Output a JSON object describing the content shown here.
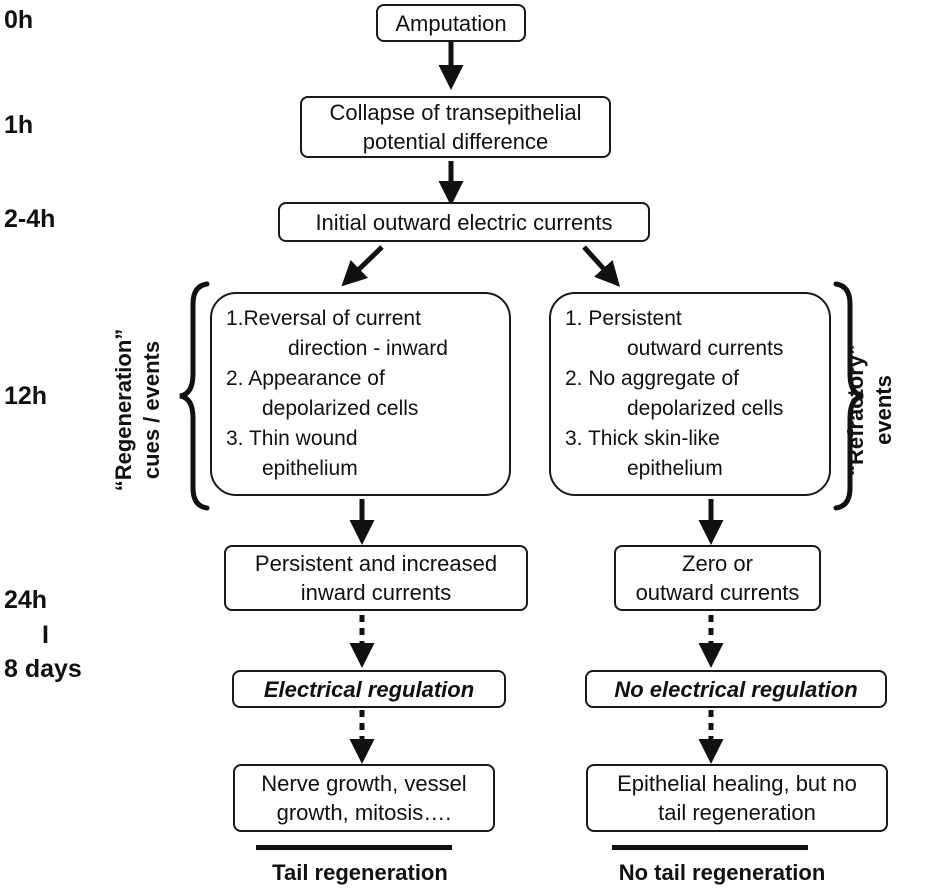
{
  "timeline": {
    "t0": "0h",
    "t1": "1h",
    "t2": "2-4h",
    "t3": "12h",
    "t4_line1": "24h",
    "t4_line2": "I",
    "t4_line3": "8 days"
  },
  "steps": {
    "amputation": "Amputation",
    "collapse_line1": "Collapse of transepithelial",
    "collapse_line2": "potential difference",
    "initial": "Initial outward electric currents"
  },
  "left": {
    "side_label_line1": "“Regeneration”",
    "side_label_line2": "cues / events",
    "events": [
      "1.Reversal of current",
      "direction - inward",
      "2. Appearance of",
      "depolarized cells",
      "3. Thin wound",
      "epithelium"
    ],
    "currents_line1": "Persistent and increased",
    "currents_line2": "inward currents",
    "regulation": "Electrical regulation",
    "result_line1": "Nerve growth, vessel",
    "result_line2": "growth, mitosis….",
    "outcome": "Tail regeneration"
  },
  "right": {
    "side_label_line1": "“Refractory”",
    "side_label_line2": "events",
    "events": [
      "1. Persistent",
      "outward currents",
      "2. No aggregate of",
      "depolarized cells",
      "3. Thick skin-like",
      "epithelium"
    ],
    "currents_line1": "Zero or",
    "currents_line2": "outward currents",
    "regulation": "No electrical regulation",
    "result_line1": "Epithelial healing, but no",
    "result_line2": "tail regeneration",
    "outcome": "No tail regeneration"
  }
}
